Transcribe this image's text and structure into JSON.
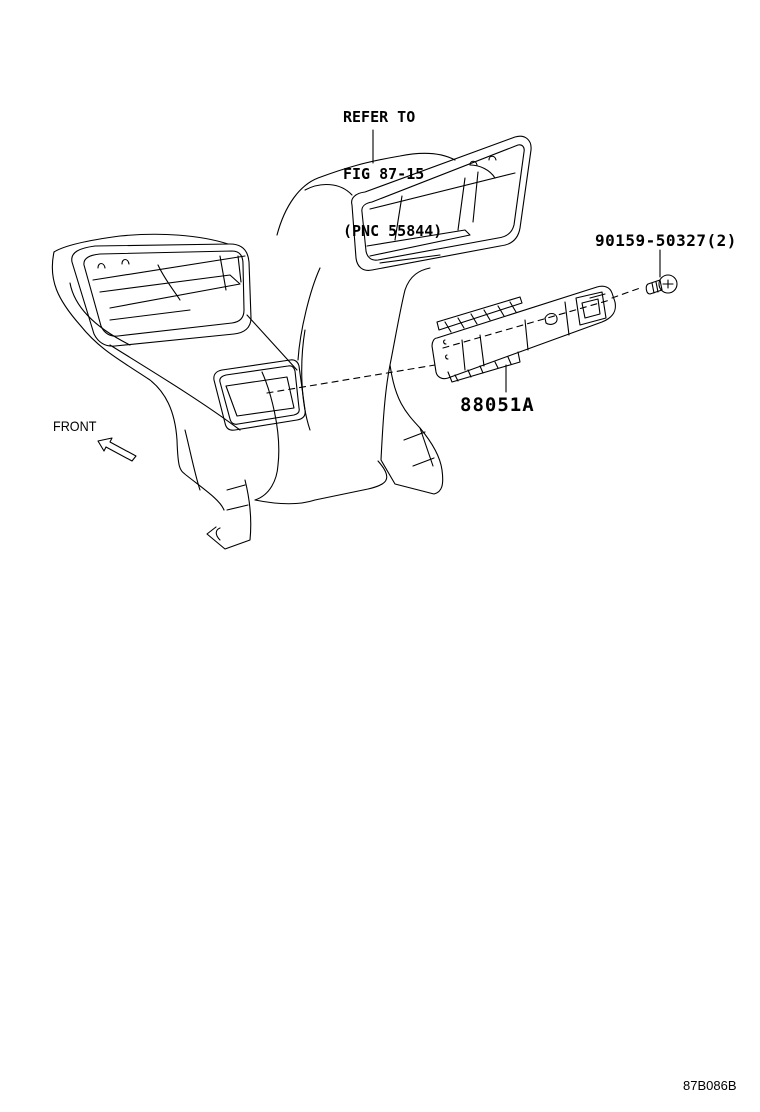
{
  "diagram": {
    "type": "exploded parts diagram",
    "reference_note": {
      "lines": [
        "REFER TO",
        "FIG 87-15",
        "(PNC 55844)"
      ]
    },
    "parts": [
      {
        "id": "bolt",
        "label": "90159-50327(2)",
        "description": "bolt / screw"
      },
      {
        "id": "bracket",
        "label": "88051A",
        "description": "bracket"
      }
    ],
    "direction_label": "FRONT",
    "figure_code": "87B086B",
    "colors": {
      "line": "#000000",
      "background": "#ffffff"
    }
  }
}
